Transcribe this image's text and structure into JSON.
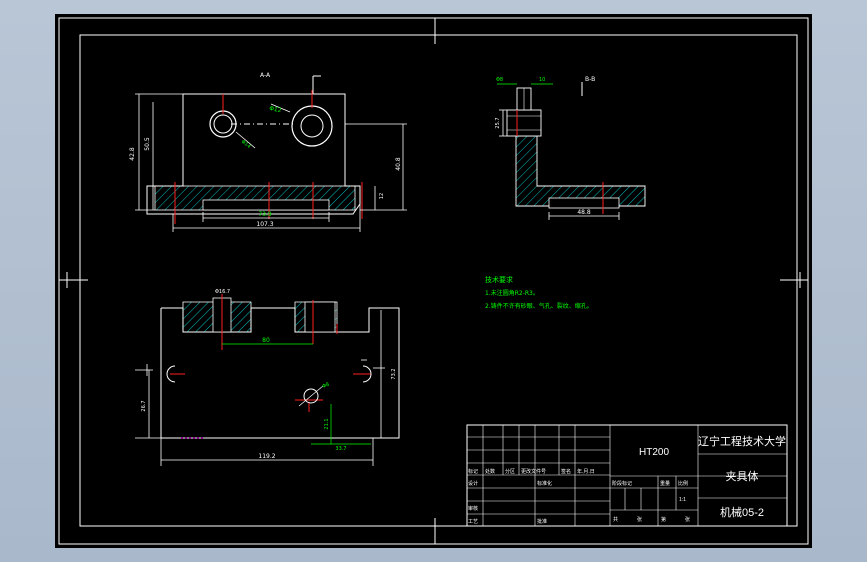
{
  "view_labels": {
    "front": "A-A",
    "side": "B-B"
  },
  "dimensions": {
    "hole_diameter": "Φ12",
    "hole_small": "Φ14",
    "width_total": "107.3",
    "slot_width": "73.9",
    "height_total": "42.8",
    "height_mid": "50.5",
    "height_right": "40.8",
    "base_thk": "12",
    "side_top_d": "Φ8",
    "side_top_e": "10",
    "side_left": "25.7",
    "side_bottom": "48.8",
    "plan_top_d": "Φ16.7",
    "plan_slot": "80",
    "plan_left": "26.7",
    "plan_right": "73.2",
    "plan_hole": "Φ8",
    "plan_vert": "21.1",
    "plan_horiz": "33.7",
    "plan_total": "119.2"
  },
  "notes": {
    "title": "技术要求",
    "line1": "1.未注圆角R2-R3。",
    "line2": "2.铸件不许有砂眼、气孔、裂纹、缩孔。"
  },
  "title_block": {
    "material": "HT200",
    "university": "辽宁工程技术大学",
    "part_name": "夹具体",
    "drawing_no": "机械05-2",
    "row_labels": [
      "标记",
      "处数",
      "分区",
      "更改文件号",
      "签名",
      "年.月.日"
    ],
    "design_label": "设计",
    "standard_label": "标准化",
    "review_label": "审核",
    "process_label": "工艺",
    "approve_label": "批准",
    "stage_label": "阶段标记",
    "weight_label": "重量",
    "scale_label": "比例",
    "scale_value": "1:1",
    "sheet_total": "共",
    "sheet_word": "张",
    "sheet_no": "第",
    "sheet_word2": "张"
  },
  "colors": {
    "outline": "#ffffff",
    "hatch": "#00c0c0",
    "centerline": "#ff2020",
    "dimension": "#00ff00",
    "magenta": "#ff00ff",
    "viewport": "#000000"
  }
}
